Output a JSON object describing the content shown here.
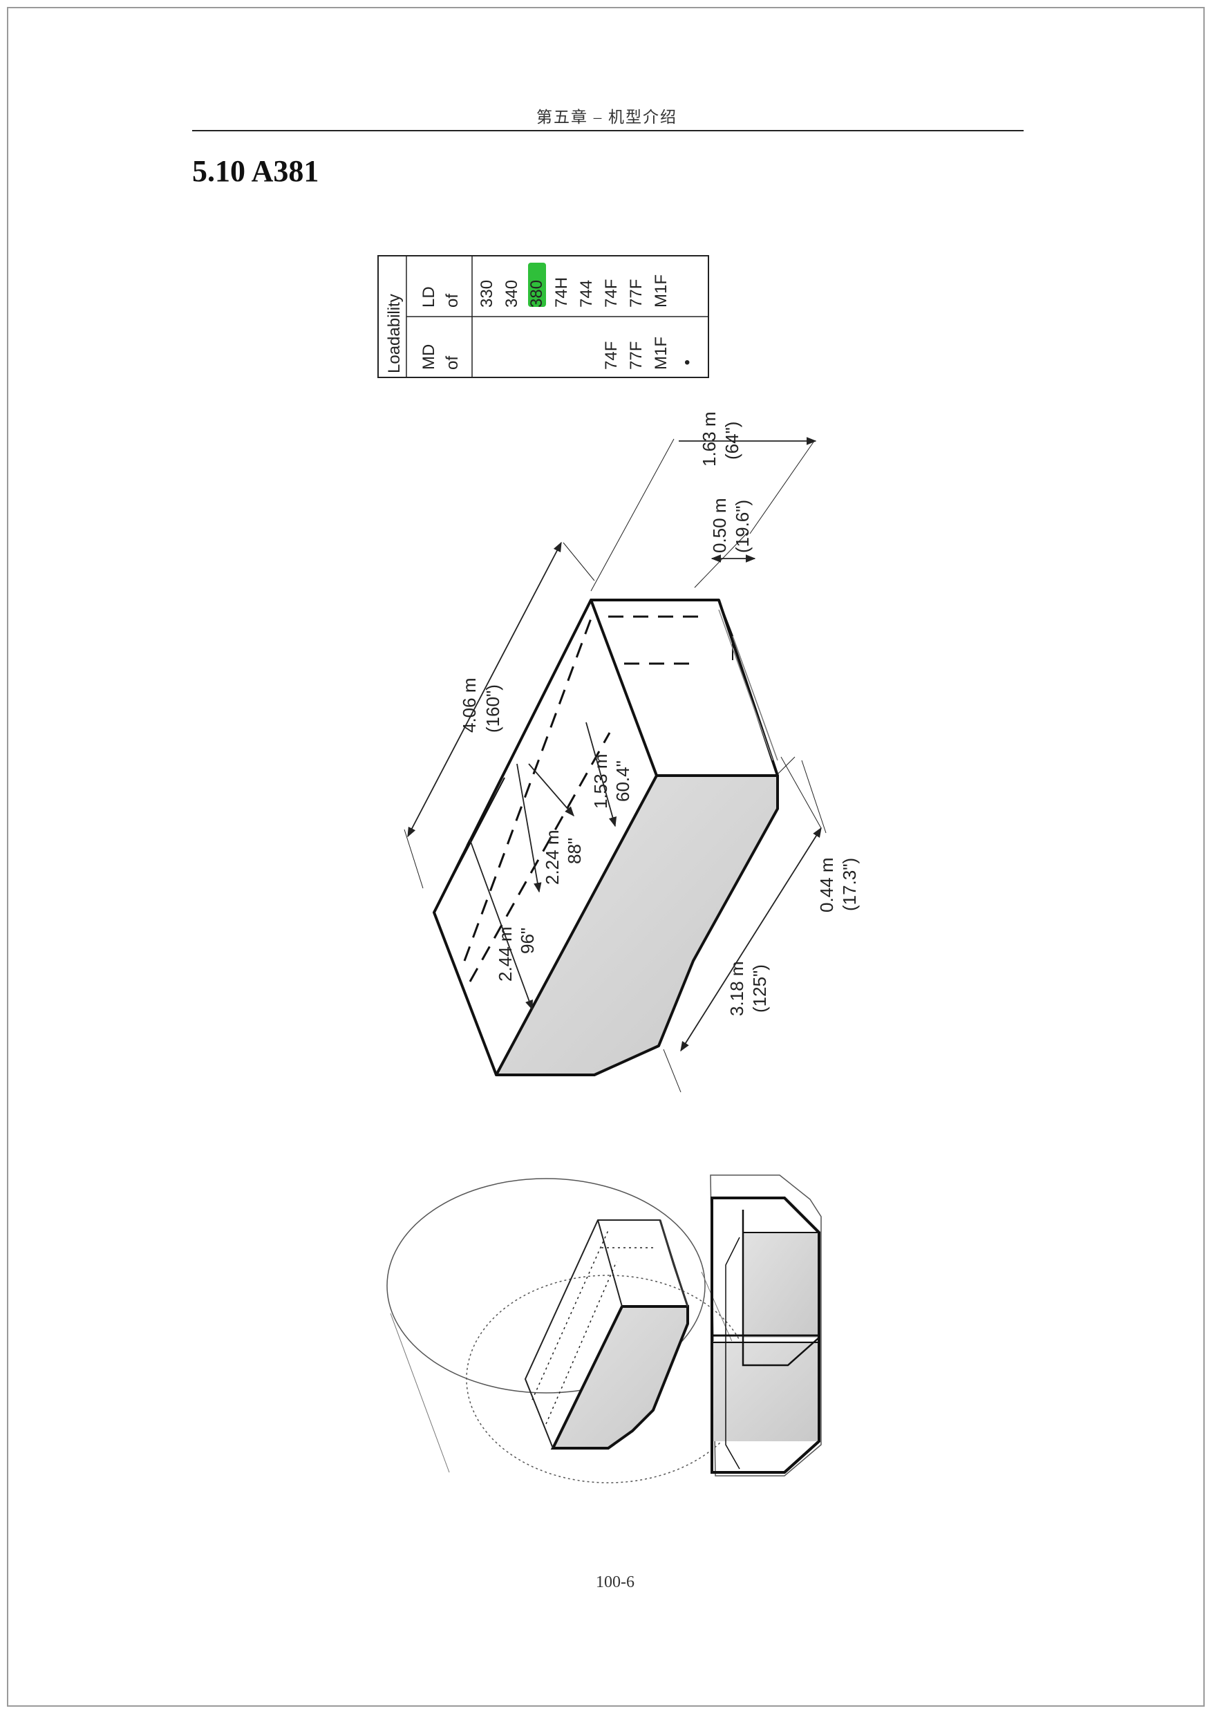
{
  "header": {
    "running_title": "第五章 – 机型介绍"
  },
  "section": {
    "title": "5.10  A381"
  },
  "loadability_table": {
    "title": "Loadability",
    "ld_label": "LD",
    "ld_of": "of",
    "md_label": "MD",
    "md_of": "of",
    "ld_types": [
      "330",
      "340",
      "380",
      "74H",
      "744",
      "74F",
      "77F",
      "M1F"
    ],
    "md_types": [
      "74F",
      "77F",
      "M1F"
    ],
    "md_mark": "•",
    "highlighted": "380",
    "highlight_color": "#2fbf3a"
  },
  "dimensions": {
    "length": {
      "metric": "4.06 m",
      "imperial": "(160\")"
    },
    "top_offset": {
      "metric": "1.63 m",
      "imperial": "(64\")"
    },
    "contour_offset": {
      "metric": "0.50 m",
      "imperial": "(19.6\")"
    },
    "inner_width": {
      "metric": "1.53 m",
      "imperial": "60.4\""
    },
    "inner_height": {
      "metric": "2.24 m",
      "imperial": "88\""
    },
    "height": {
      "metric": "2.44 m",
      "imperial": "96\""
    },
    "base_offset": {
      "metric": "0.44 m",
      "imperial": "(17.3\")"
    },
    "base_width": {
      "metric": "3.18 m",
      "imperial": "(125\")"
    }
  },
  "footer": {
    "page_number": "100-6"
  }
}
